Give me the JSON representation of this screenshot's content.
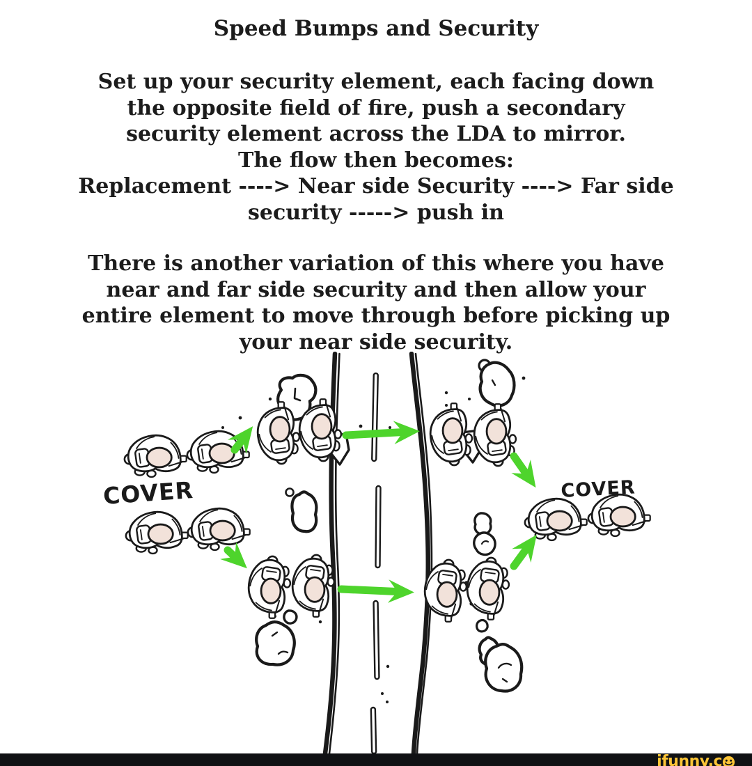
{
  "title": "Speed Bumps and Security",
  "instructions": {
    "paragraph1": [
      "Set up your security element, each facing down",
      "the opposite field of fire, push a secondary",
      "security element across the LDA to mirror.",
      "The flow then becomes:",
      "Replacement ----> Near side Security ----> Far side",
      "security -----> push in"
    ],
    "paragraph2": [
      "There is another variation of this where you have",
      "near and far side security and then allow your",
      "entire element to move through before picking up",
      "your near side security."
    ]
  },
  "diagram": {
    "cover_left": "COVER",
    "cover_right": "COVER",
    "colors": {
      "arrow_green": "#4ed42c",
      "ink": "#1a1a1a",
      "helmet": "#f2e2da",
      "bar_black": "#101114",
      "watermark_yellow": "#fcc436"
    },
    "figures": {
      "road": "vertical two-line road (LDA) with dashed center line",
      "soldier_pairs": [
        {
          "soldiers": 2,
          "location": "far left, upper row",
          "orientation": "prone horizontal"
        },
        {
          "soldiers": 2,
          "location": "far left, lower row",
          "orientation": "prone horizontal"
        },
        {
          "soldiers": 2,
          "location": "near side of road, top",
          "orientation": "facing up"
        },
        {
          "soldiers": 2,
          "location": "far side of road, top",
          "orientation": "facing up"
        },
        {
          "soldiers": 2,
          "location": "near side of road, bottom",
          "orientation": "facing down"
        },
        {
          "soldiers": 2,
          "location": "far side of road, bottom",
          "orientation": "facing down"
        },
        {
          "soldiers": 2,
          "location": "far right cover position",
          "orientation": "prone horizontal"
        }
      ],
      "arrows": [
        {
          "from": "left element",
          "to": "top near-side pair",
          "direction": "up-right"
        },
        {
          "from": "top near-side pair",
          "to": "top far-side pair",
          "direction": "right across road"
        },
        {
          "from": "top far-side pair",
          "to": "right cover pair",
          "direction": "down-right"
        },
        {
          "from": "left element",
          "to": "bottom near-side pair",
          "direction": "down-right"
        },
        {
          "from": "bottom near-side pair",
          "to": "bottom far-side pair",
          "direction": "right across road"
        },
        {
          "from": "bottom far-side pair",
          "to": "right cover pair",
          "direction": "up-right"
        }
      ]
    }
  },
  "watermark": {
    "label": "ifunny.c",
    "smiley_letter": "o",
    "full_text": "ifunny.co"
  }
}
